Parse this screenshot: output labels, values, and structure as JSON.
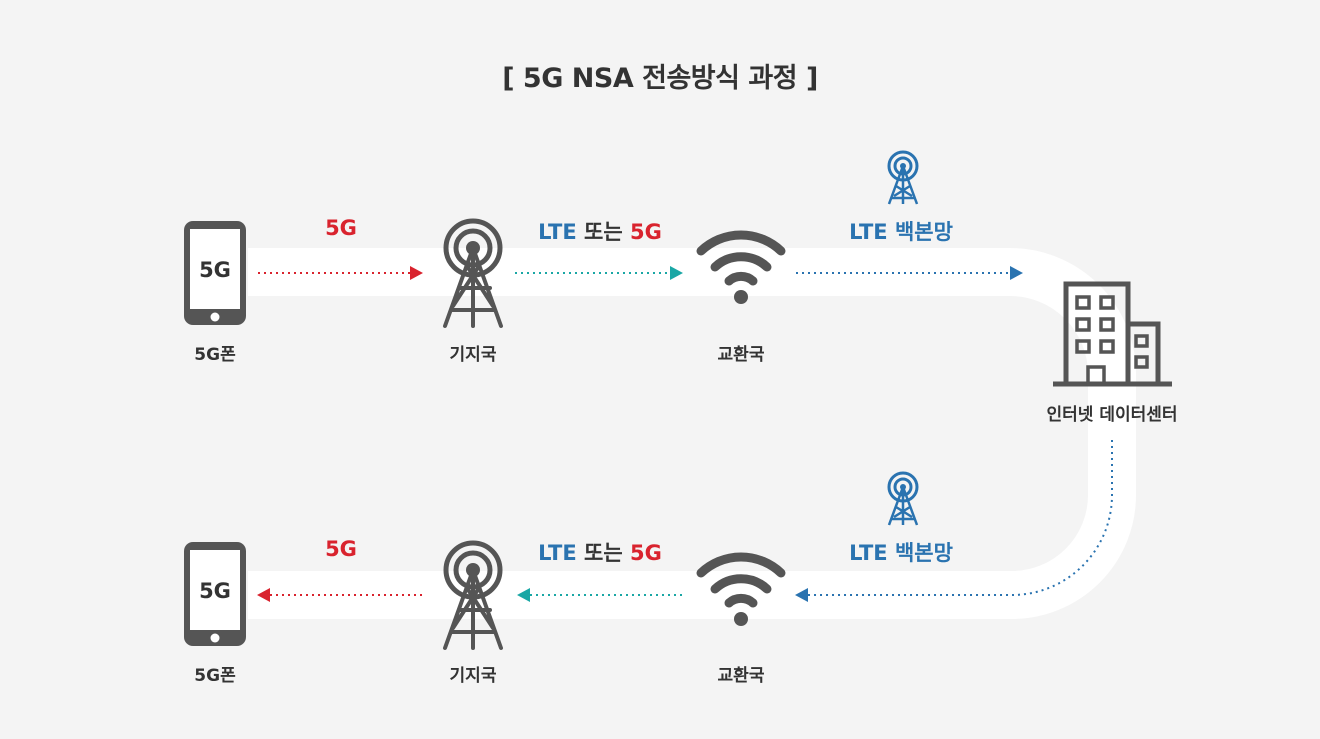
{
  "title": "[ 5G NSA 전송방식 과정 ]",
  "colors": {
    "red": "#d9232e",
    "blue": "#2a73b0",
    "teal": "#1aa7a5",
    "icon_gray": "#555555",
    "path_white": "#ffffff",
    "background": "#f4f4f4"
  },
  "top_row": {
    "phone_screen_text": "5G",
    "phone_caption": "5G폰",
    "link1_label": "5G",
    "tower_caption": "기지국",
    "link2_label_lte": "LTE",
    "link2_label_or": "또는",
    "link2_label_5g": "5G",
    "exchange_caption": "교환국",
    "link3_label_lte": "LTE",
    "link3_label_backbone": "백본망"
  },
  "datacenter": {
    "caption": "인터넷 데이터센터"
  },
  "bottom_row": {
    "phone_screen_text": "5G",
    "phone_caption": "5G폰",
    "link1_label": "5G",
    "tower_caption": "기지국",
    "link2_label_lte": "LTE",
    "link2_label_or": "또는",
    "link2_label_5g": "5G",
    "exchange_caption": "교환국",
    "link3_label_lte": "LTE",
    "link3_label_backbone": "백본망"
  }
}
